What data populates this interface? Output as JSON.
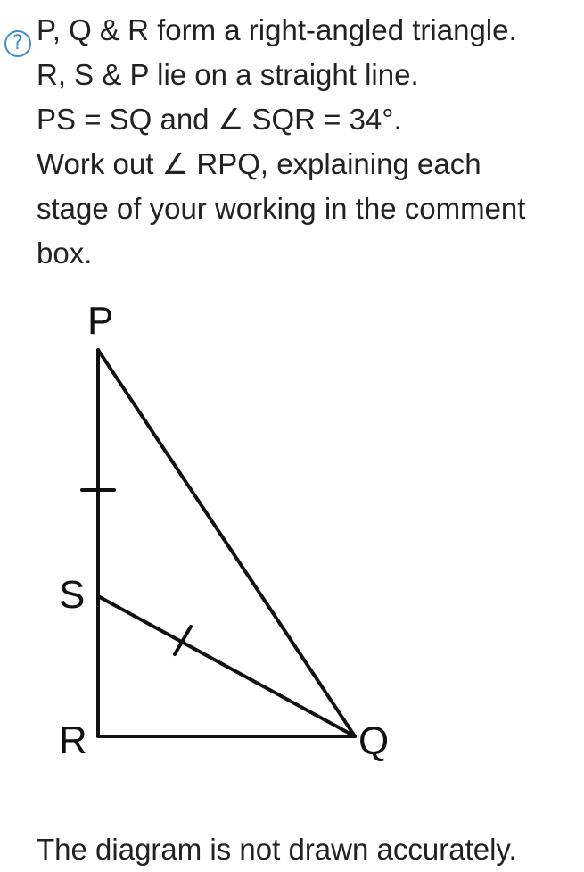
{
  "question": {
    "icon": "help-circle-icon",
    "icon_glyph": "?",
    "icon_color": "#3d8fd6",
    "lines": [
      "P, Q & R form a right-angled triangle.",
      "R, S & P lie on a straight line.",
      "PS = SQ and ∠ SQR = 34°.",
      "Work out ∠ RPQ, explaining each",
      "stage of your working in the comment",
      "box."
    ]
  },
  "diagram": {
    "labels": {
      "P": "P",
      "S": "S",
      "R": "R",
      "Q": "Q"
    }
  },
  "footer": {
    "note": "The diagram is not drawn accurately."
  }
}
